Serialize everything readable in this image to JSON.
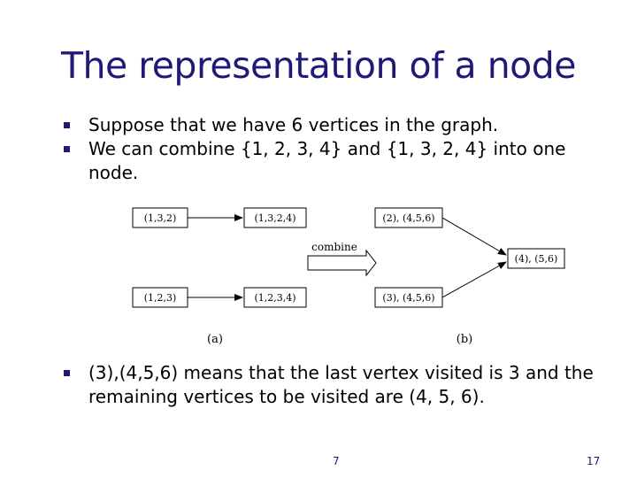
{
  "slide": {
    "title": "The representation of a node",
    "bullets_top": [
      "Suppose that we have 6 vertices in the graph.",
      "We can combine {1, 2, 3, 4} and {1, 3, 2, 4} into one node."
    ],
    "bullets_bottom": [
      "(3),(4,5,6) means that the last vertex visited is 3 and the remaining vertices to be visited are (4, 5, 6)."
    ]
  },
  "diagram": {
    "part_a": {
      "label": "(a)",
      "boxes": [
        "(1,3,2)",
        "(1,3,2,4)",
        "(1,2,3)",
        "(1,2,3,4)"
      ]
    },
    "combine_label": "combine",
    "part_b": {
      "label": "(b)",
      "boxes": [
        "(2), (4,5,6)",
        "(3), (4,5,6)",
        "(4), (5,6)"
      ]
    }
  },
  "footer": {
    "center_number": "7",
    "right_number": "17"
  }
}
